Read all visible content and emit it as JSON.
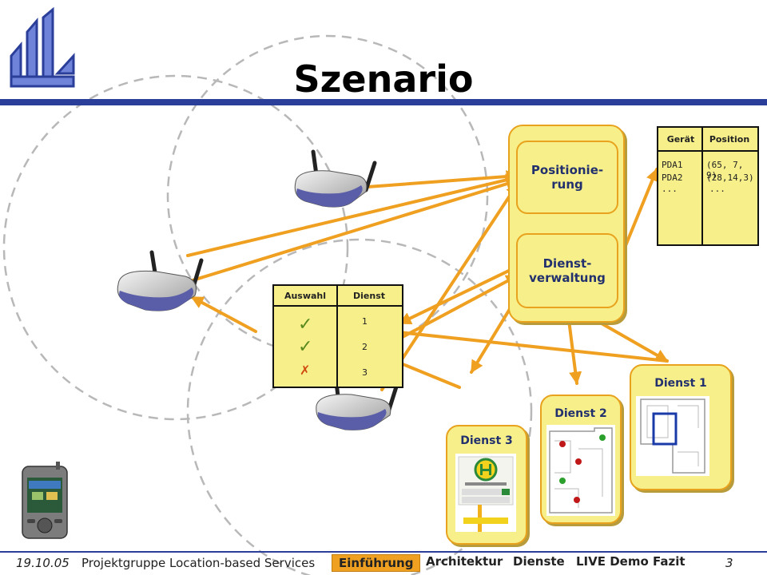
{
  "title": "Szenario",
  "positionierung_label": "Positionie-\nrung",
  "dienstverwaltung_label": "Dienst-\nverwaltung",
  "position_table": {
    "headers": [
      "Gerät",
      "Position"
    ],
    "devices": [
      "PDA1",
      "PDA2",
      "..."
    ],
    "positions": [
      "(65, 7, 9)",
      "(28,14,3)",
      "..."
    ]
  },
  "service_table": {
    "headers": [
      "Auswahl",
      "Dienst"
    ],
    "selections": [
      "✓",
      "✓",
      "✗"
    ],
    "services": [
      "1",
      "2",
      "3"
    ]
  },
  "dienst1": "Dienst 1",
  "dienst2": "Dienst 2",
  "dienst3": "Dienst 3",
  "footer": {
    "date": "19.10.05",
    "project": "Projektgruppe Location-based Services",
    "page_number": "3"
  },
  "nav": [
    "Einführung",
    "Architektur",
    "Dienste",
    "LIVE Demo",
    "Fazit"
  ],
  "colors": {
    "accent": "#f0a020",
    "brand": "#2a3e9a",
    "box": "#f7f08a"
  }
}
